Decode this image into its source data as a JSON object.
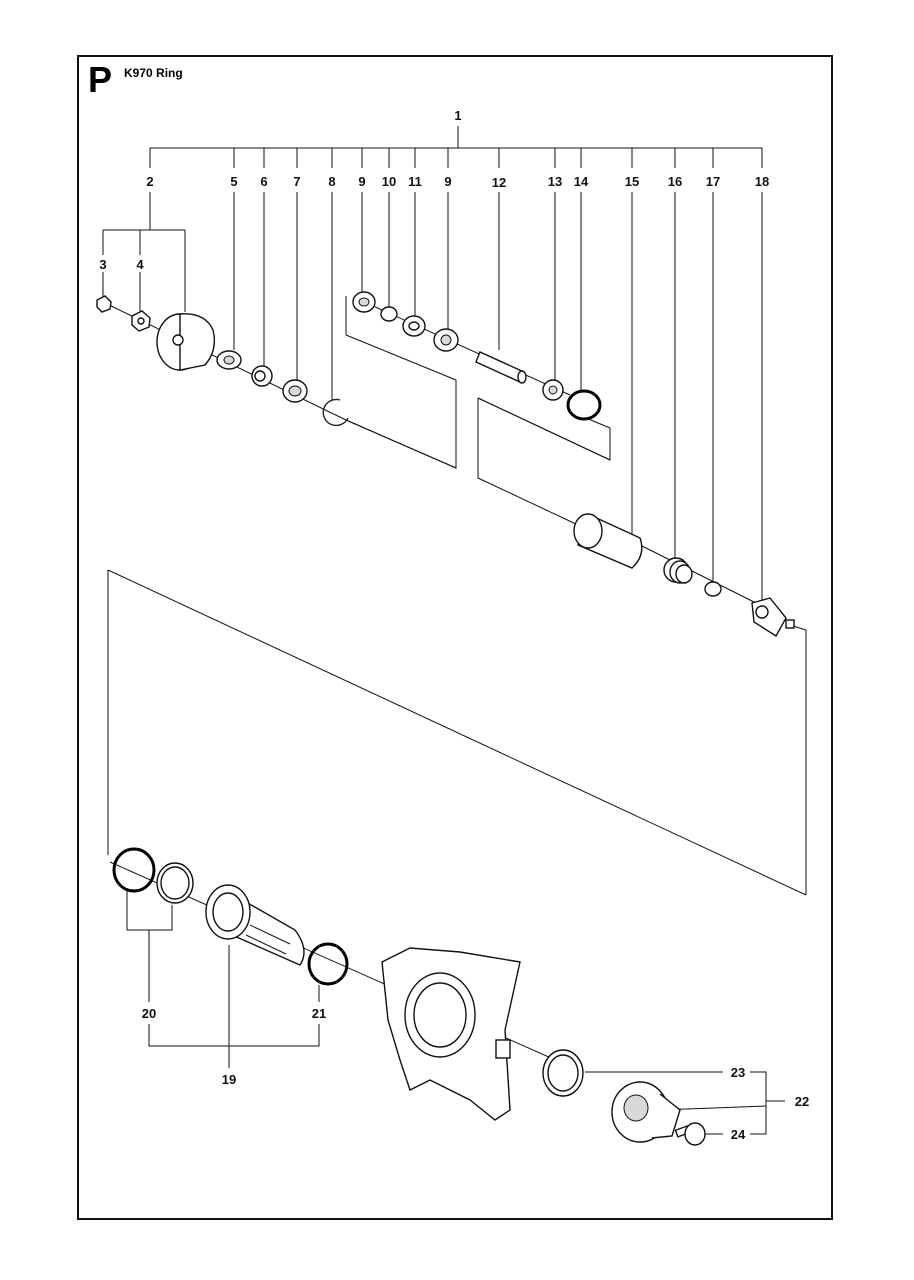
{
  "header": {
    "section_letter": "P",
    "title": "K970 Ring"
  },
  "diagram": {
    "labels": [
      {
        "id": "1",
        "text": "1"
      },
      {
        "id": "2",
        "text": "2"
      },
      {
        "id": "3",
        "text": "3"
      },
      {
        "id": "4",
        "text": "4"
      },
      {
        "id": "5",
        "text": "5"
      },
      {
        "id": "6",
        "text": "6"
      },
      {
        "id": "7",
        "text": "7"
      },
      {
        "id": "8",
        "text": "8"
      },
      {
        "id": "9a",
        "text": "9"
      },
      {
        "id": "10",
        "text": "10"
      },
      {
        "id": "11",
        "text": "11"
      },
      {
        "id": "9b",
        "text": "9"
      },
      {
        "id": "12",
        "text": "12"
      },
      {
        "id": "13",
        "text": "13"
      },
      {
        "id": "14",
        "text": "14"
      },
      {
        "id": "15",
        "text": "15"
      },
      {
        "id": "16",
        "text": "16"
      },
      {
        "id": "17",
        "text": "17"
      },
      {
        "id": "18",
        "text": "18"
      },
      {
        "id": "19",
        "text": "19"
      },
      {
        "id": "20",
        "text": "20"
      },
      {
        "id": "21",
        "text": "21"
      },
      {
        "id": "22",
        "text": "22"
      },
      {
        "id": "23",
        "text": "23"
      },
      {
        "id": "24",
        "text": "24"
      }
    ]
  }
}
